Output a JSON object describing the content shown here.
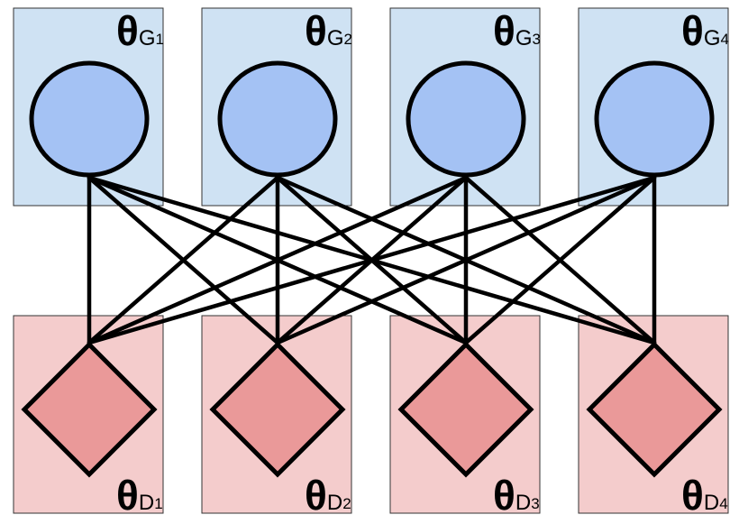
{
  "theta_symbol": "θ",
  "colors": {
    "generator_panel": "#cfe2f3",
    "generator_node": "#a4c2f4",
    "discriminator_panel": "#f4cccc",
    "discriminator_node": "#ea9999",
    "edge": "#000000"
  },
  "generators": [
    {
      "letter": "G",
      "index": "1",
      "node_shape": "circle"
    },
    {
      "letter": "G",
      "index": "2",
      "node_shape": "circle"
    },
    {
      "letter": "G",
      "index": "3",
      "node_shape": "circle"
    },
    {
      "letter": "G",
      "index": "4",
      "node_shape": "circle"
    }
  ],
  "discriminators": [
    {
      "letter": "D",
      "index": "1",
      "node_shape": "diamond"
    },
    {
      "letter": "D",
      "index": "2",
      "node_shape": "diamond"
    },
    {
      "letter": "D",
      "index": "3",
      "node_shape": "diamond"
    },
    {
      "letter": "D",
      "index": "4",
      "node_shape": "diamond"
    }
  ],
  "connectivity": "fully-connected"
}
